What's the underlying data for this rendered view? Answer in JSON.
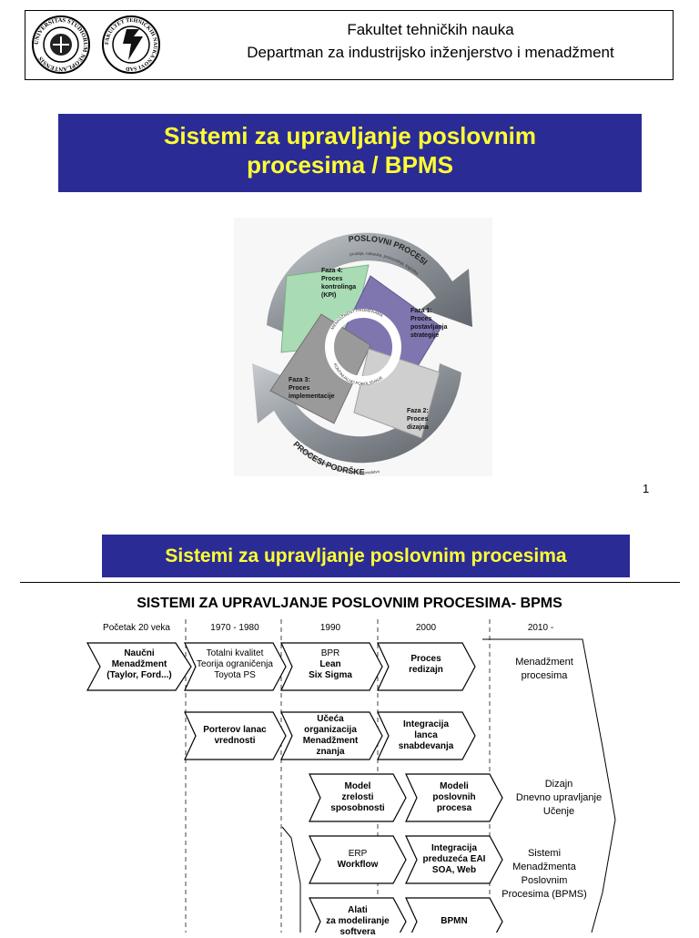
{
  "header": {
    "line1": "Fakultet tehničkih nauka",
    "line2": "Departman za industrijsko inženjerstvo i menadžment",
    "seal_left_text": "UNIVERSITAS STUDIORUM NEOPLANTENSIS",
    "seal_right_text": "FAKULTET TEHNIČKIH NAUKA NOVI SAD"
  },
  "slide1": {
    "title_line1": "Sistemi za upravljanje poslovnim",
    "title_line2": "procesima / BPMS",
    "cycle": {
      "outer_top": "POSLOVNI PROCESI",
      "outer_top_sub": "prodaja, nabavka, proizvodnja, logistika",
      "outer_bottom": "PROCESI PODRŠKE",
      "outer_bottom_sub": "upravljanje ljudskim resursima, računovodstvo",
      "inner_top": "MENADŽMENT PROMENAMA",
      "inner_bottom": "KONTINUALNO POBOLJŠANJE",
      "phase4": [
        "Faza 4:",
        "Proces",
        "kontrolinga",
        "(KPI)"
      ],
      "phase1": [
        "Faza 1:",
        "Proces",
        "postavljanja",
        "strategije"
      ],
      "phase3": [
        "Faza 3:",
        "Proces",
        "implementacije"
      ],
      "phase2": [
        "Faza 2:",
        "Proces",
        "dizajna"
      ]
    },
    "page_number": "1"
  },
  "slide2": {
    "title": "Sistemi za upravljanje poslovnim procesima",
    "diagram_title": "SISTEMI ZA UPRAVLJANJE POSLOVNIM PROCESIMA- BPMS",
    "eras": [
      "Početak 20 veka",
      "1970 - 1980",
      "1990",
      "2000",
      "2010 -"
    ],
    "cells": {
      "r1c1": [
        "Naučni",
        "Menadžment",
        "(Taylor, Ford...)"
      ],
      "r1c2": [
        "Totalni kvalitet",
        "Teorija ograničenja",
        "Toyota PS"
      ],
      "r1c3": [
        "BPR",
        "Lean",
        "Six Sigma"
      ],
      "r1c4": [
        "Proces",
        "redizajn"
      ],
      "r2c2": [
        "Porterov lanac",
        "vrednosti"
      ],
      "r2c3": [
        "Učeća",
        "organizacija",
        "Menadžment",
        "znanja"
      ],
      "r2c4": [
        "Integracija",
        "lanca",
        "snabdevanja"
      ],
      "r3c3": [
        "Model",
        "zrelosti",
        "sposobnosti"
      ],
      "r3c4": [
        "Modeli",
        "poslovnih",
        "procesa"
      ],
      "r4c3": [
        "ERP",
        "Workflow"
      ],
      "r4c4": [
        "Integracija",
        "preduzeća EAI",
        "SOA, Web"
      ],
      "r5c3": [
        "Alati",
        "za modeliranje",
        "softvera"
      ],
      "r5c4": [
        "BPMN"
      ]
    },
    "notes": {
      "n1": [
        "Menadžment",
        "procesima"
      ],
      "n2": [
        "Dizajn",
        "Dnevno upravljanje",
        "Učenje"
      ],
      "n3": [
        "Sistemi",
        "Menadžmenta",
        "Poslovnim",
        "Procesima (BPMS)"
      ]
    }
  }
}
